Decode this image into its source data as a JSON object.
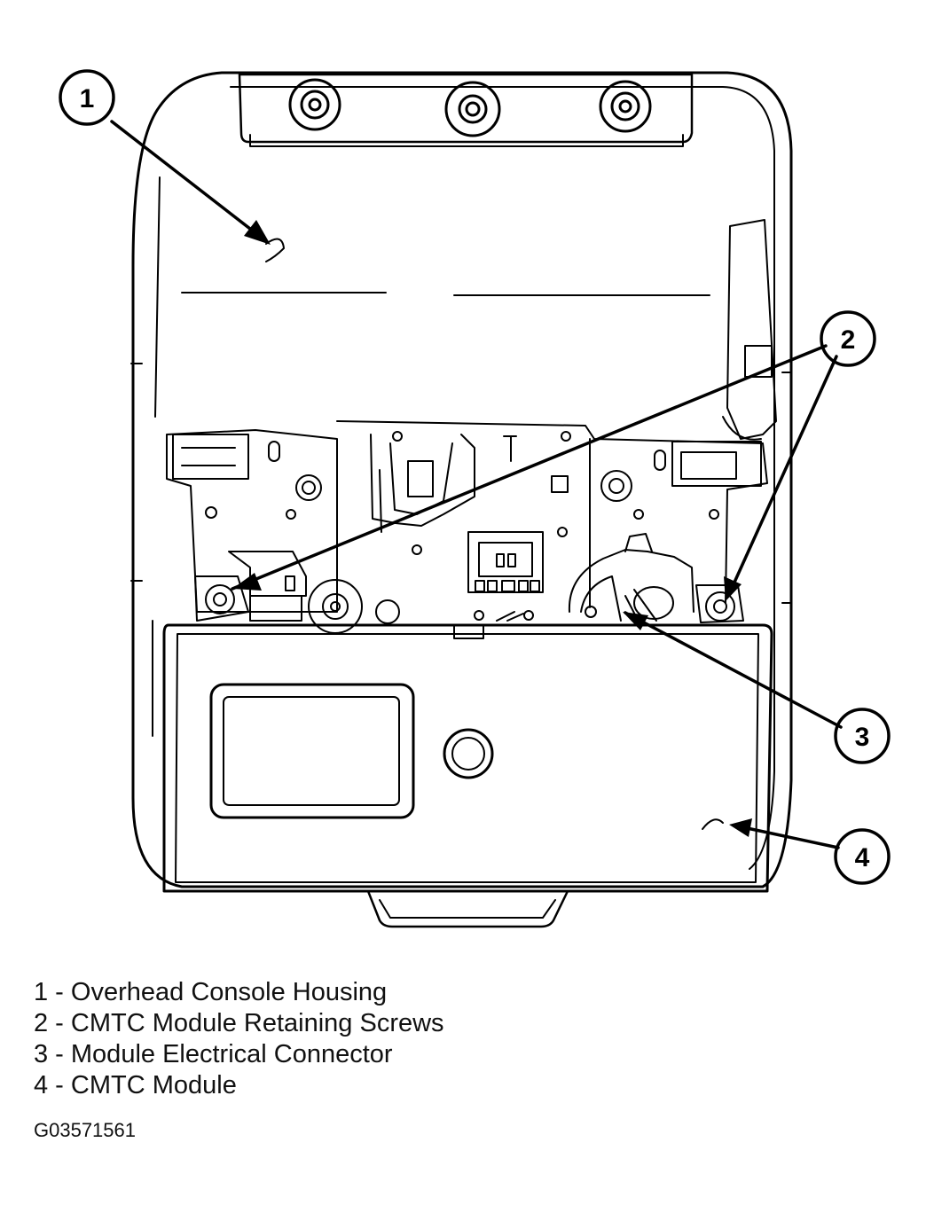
{
  "callouts": [
    "1",
    "2",
    "3",
    "4"
  ],
  "legend": [
    "1 - Overhead Console Housing",
    "2 - CMTC Module Retaining Screws",
    "3 - Module Electrical Connector",
    "4 - CMTC Module"
  ],
  "figure_id": "G03571561",
  "colors": {
    "ink": "#000000",
    "paper": "#ffffff"
  }
}
